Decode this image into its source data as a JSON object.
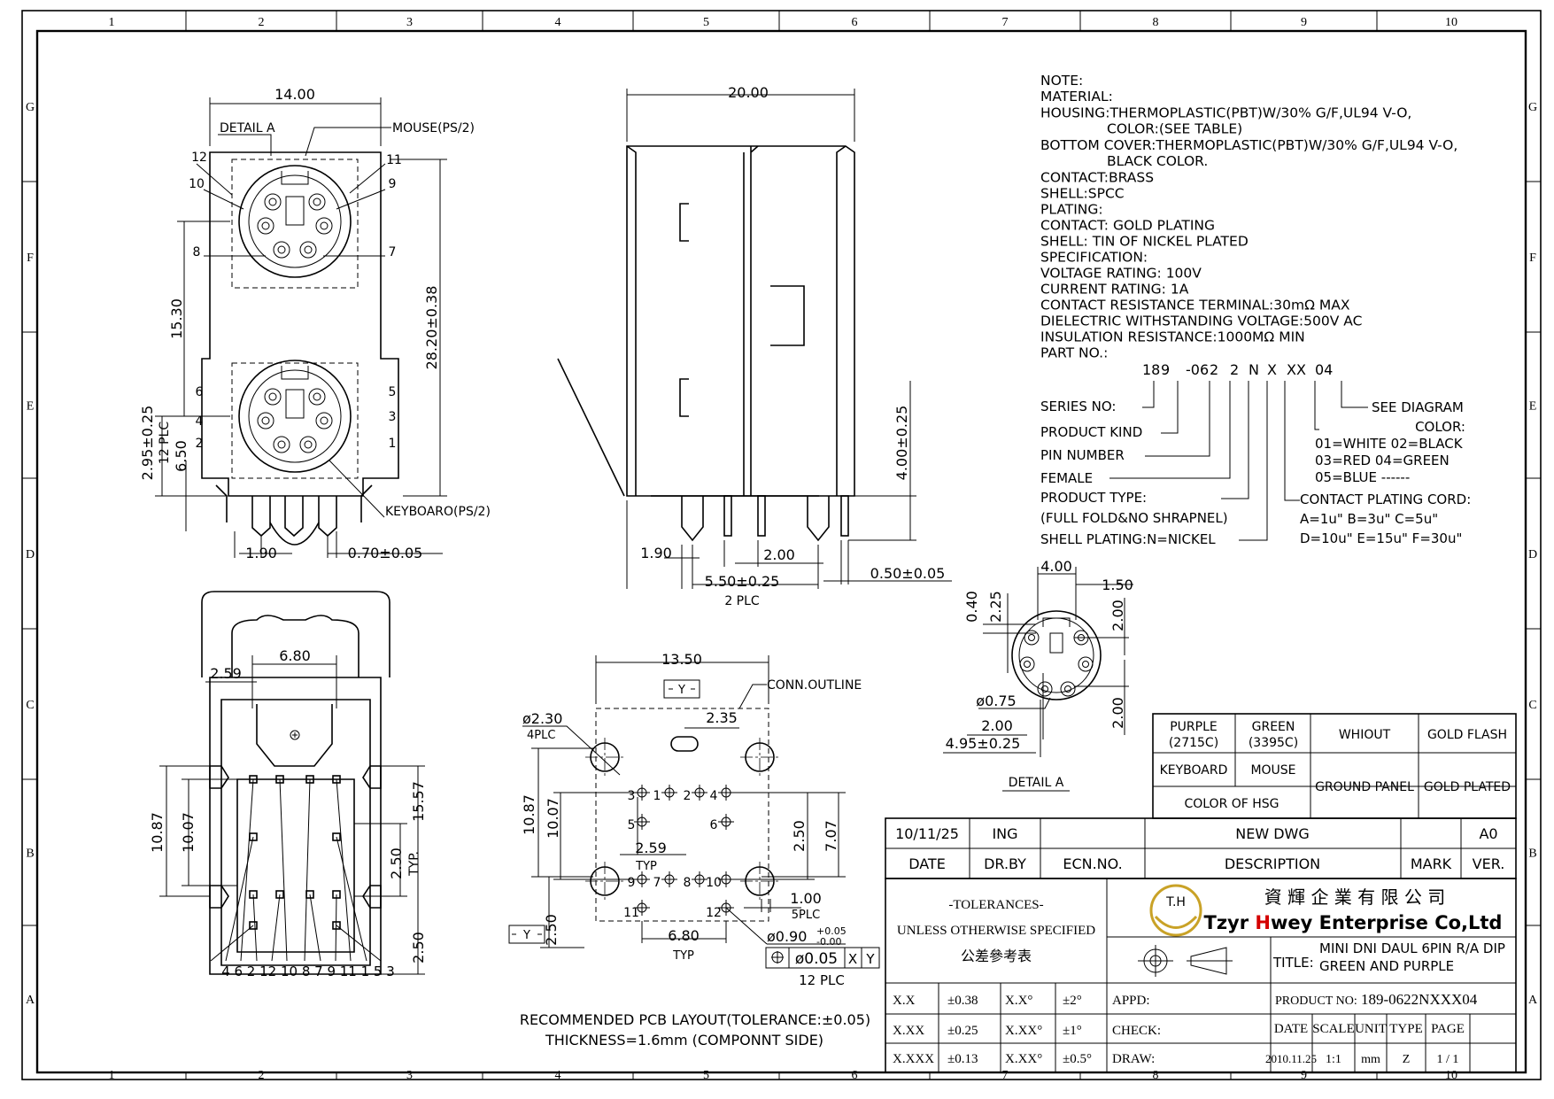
{
  "frame": {
    "columns": [
      "1",
      "2",
      "3",
      "4",
      "5",
      "6",
      "7",
      "8",
      "9",
      "10"
    ],
    "rows": [
      "G",
      "F",
      "E",
      "D",
      "C",
      "B",
      "A"
    ]
  },
  "notes": {
    "lines": [
      "NOTE:",
      "MATERIAL:",
      "HOUSING:THERMOPLASTIC(PBT)W/30% G/F,UL94 V-O,",
      "COLOR:(SEE TABLE)",
      "BOTTOM COVER:THERMOPLASTIC(PBT)W/30% G/F,UL94 V-O,",
      "BLACK COLOR.",
      "CONTACT:BRASS",
      "SHELL:SPCC",
      "PLATING:",
      "CONTACT: GOLD PLATING",
      "SHELL: TIN OF NICKEL PLATED",
      "SPECIFICATION:",
      "VOLTAGE RATING: 100V",
      "CURRENT RATING: 1A",
      "CONTACT RESISTANCE TERMINAL:30mΩ MAX",
      "DIELECTRIC WITHSTANDING VOLTAGE:500V AC",
      "INSULATION RESISTANCE:1000MΩ MIN",
      "PART NO.:"
    ]
  },
  "part_no": {
    "segments": [
      "18",
      "9",
      "-06",
      "2",
      "2",
      "N",
      "X",
      "XX",
      "04"
    ],
    "labels": {
      "series": "SERIES NO:",
      "kind": "PRODUCT KIND",
      "pin": "PIN NUMBER",
      "female": "FEMALE",
      "type": "PRODUCT TYPE:",
      "type_desc": "(FULL FOLD&NO SHRAPNEL)",
      "shell": "SHELL PLATING:N=NICKEL",
      "diagram": "SEE DIAGRAM",
      "color": "COLOR:",
      "color_1": "01=WHITE  02=BLACK",
      "color_2": "03=RED  04=GREEN",
      "color_3": "05=BLUE  ------",
      "plating": "CONTACT PLATING CORD:",
      "plating_1": "A=1u\"  B=3u\"  C=5u\"",
      "plating_2": "D=10u\"  E=15u\"  F=30u\""
    }
  },
  "front_view": {
    "width": "14.00",
    "detail": "DETAIL A",
    "mouse": "MOUSE(PS/2)",
    "keyboard": "KEYBOARO(PS/2)",
    "dim_15_30": "15.30",
    "dim_28_20": "28.20±0.38",
    "dim_2_95": "2.95±0.25",
    "dim_12plc": "12 PLC",
    "dim_6_50": "6.50",
    "dim_1_90": "1.90",
    "dim_0_70": "0.70±0.05",
    "pins_top": [
      "12",
      "11",
      "10",
      "9",
      "8",
      "7"
    ],
    "pins_bottom": [
      "6",
      "5",
      "4",
      "3",
      "2",
      "1"
    ]
  },
  "side_view": {
    "width": "20.00",
    "dim_4_00": "4.00±0.25",
    "dim_1_90": "1.90",
    "dim_2_00": "2.00",
    "dim_5_50": "5.50±0.25",
    "plc": "2 PLC",
    "dim_0_50": "0.50±0.05"
  },
  "bottom_view": {
    "dim_6_80": "6.80",
    "dim_2_59": "2.59",
    "dim_10_87": "10.87",
    "dim_10_07": "10.07",
    "dim_15_57": "15.57",
    "dim_2_50": "2.50",
    "typ": "TYP.",
    "dim_2_50b": "2.50",
    "pin_order": "4 6 2 12 10 8 7 9 11 1 5 3"
  },
  "pcb": {
    "width": "13.50",
    "datum_y": "Y",
    "conn_outline": "CONN.OUTLINE",
    "hole_big": "ø2.30",
    "plc4": "4PLC",
    "dim_2_35": "2.35",
    "dim_10_87": "10.87",
    "dim_10_07": "10.07",
    "dim_2_59": "2.59",
    "typ": "TYP",
    "dim_2_50": "2.50",
    "dim_7_07": "7.07",
    "dim_1_00": "1.00",
    "plc5": "5PLC",
    "dim_2_50b": "2.50",
    "dim_6_80": "6.80",
    "typ2": "TYP",
    "hole_small": "ø0.90",
    "tol_plus": "+0.05",
    "tol_minus": "-0.00",
    "fcf_tol": "ø0.05",
    "fcf_x": "X",
    "fcf_y": "Y",
    "plc12": "12 PLC",
    "pin_labels": [
      "3",
      "1",
      "2",
      "4",
      "5",
      "6",
      "9",
      "7",
      "8",
      "10",
      "11",
      "12"
    ],
    "caption_1": "RECOMMENDED PCB LAYOUT(TOLERANCE:±0.05)",
    "caption_2": "THICKNESS=1.6mm (COMPONNT SIDE)"
  },
  "detail_a": {
    "dim_4_00": "4.00",
    "dim_1_50": "1.50",
    "dim_0_40": "0.40",
    "dim_2_25": "2.25",
    "dim_2_00a": "2.00",
    "dim_0_75": "ø0.75",
    "dim_2_00b": "2.00",
    "dim_2_00c": "2.00",
    "dim_4_95": "4.95±0.25",
    "label": "DETAIL A"
  },
  "color_table": {
    "purple": "PURPLE",
    "purple_code": "(2715C)",
    "green": "GREEN",
    "green_code": "(3395C)",
    "whiout": "WHIOUT",
    "gold_flash": "GOLD FLASH",
    "keyboard": "KEYBOARD",
    "mouse": "MOUSE",
    "ground_panel": "GROUND PANEL",
    "gold_plated": "GOLD PLATED",
    "color_of_hsg": "COLOR OF HSG"
  },
  "revision": {
    "date_val": "10/11/25",
    "by_val": "ING",
    "desc_val": "NEW DWG",
    "ver_val": "A0",
    "date_h": "DATE",
    "by_h": "DR.BY",
    "ecn_h": "ECN.NO.",
    "desc_h": "DESCRIPTION",
    "mark_h": "MARK",
    "ver_h": "VER."
  },
  "title_block": {
    "tol_title": "-TOLERANCES-",
    "tol_sub": "UNLESS OTHERWISE SPECIFIED",
    "tol_cn": "公差參考表",
    "company_cn": "資 輝 企 業 有 限 公 司",
    "company_en_pre": "Tzyr ",
    "company_en_h": "H",
    "company_en_post": "wey Enterprise Co,Ltd",
    "logo_text": "T.H",
    "title_label": "TITLE:",
    "title_1": "MINI DNI DAUL 6PIN R/A DIP",
    "title_2": "GREEN AND PURPLE",
    "tol_rows": [
      [
        "X.X",
        "±0.38",
        "X.X°",
        "±2°"
      ],
      [
        "X.XX",
        "±0.25",
        "X.XX°",
        "±1°"
      ],
      [
        "X.XXX",
        "±0.13",
        "X.XX°",
        "±0.5°"
      ]
    ],
    "appd": "APPD:",
    "check": "CHECK:",
    "draw": "DRAW:",
    "product_no_label": "PRODUCT NO:",
    "product_no": "189-0622NXXX04",
    "h_date": "DATE",
    "h_scale": "SCALE",
    "h_unit": "UNIT",
    "h_type": "TYPE",
    "h_page": "PAGE",
    "v_date": "2010.11.25",
    "v_scale": "1:1",
    "v_unit": "mm",
    "v_type": "Z",
    "v_page": "1 / 1"
  },
  "colors": {
    "logo_gold": "#c9a227",
    "brand_red": "#d40000",
    "ink": "#000000"
  }
}
